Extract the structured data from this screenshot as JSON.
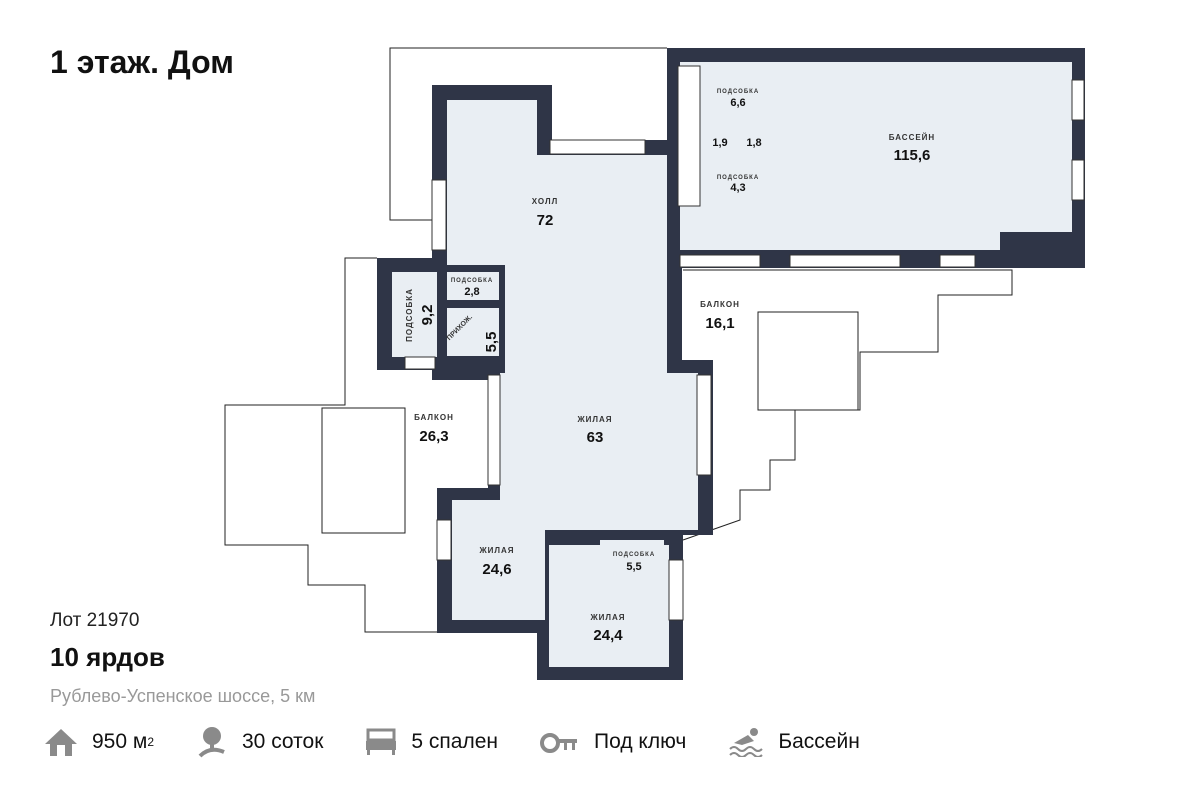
{
  "title": "1 этаж. Дом",
  "lot": "Лот 21970",
  "name": "10 ярдов",
  "address": "Рублево-Успенское шоссе, 5 км",
  "features": [
    {
      "icon": "house-icon",
      "value": "950 м",
      "sup": "2"
    },
    {
      "icon": "tree-icon",
      "value": "30 соток"
    },
    {
      "icon": "bed-icon",
      "value": "5 спален"
    },
    {
      "icon": "key-icon",
      "value": "Под ключ"
    },
    {
      "icon": "swimmer-icon",
      "value": "Бассейн"
    }
  ],
  "rooms": {
    "pool": {
      "label": "БАССЕЙН",
      "area": "115,6"
    },
    "hall": {
      "label": "ХОЛЛ",
      "area": "72"
    },
    "storage1": {
      "label": "ПОДСОБКА",
      "area": "6,6"
    },
    "small1": {
      "area": "1,9"
    },
    "small2": {
      "area": "1,8"
    },
    "storage2": {
      "label": "ПОДСОБКА",
      "area": "4,3"
    },
    "storage3": {
      "label": "ПОДСОБКА",
      "area": "9,2"
    },
    "storage4": {
      "label": "ПОДСОБКА",
      "area": "2,8"
    },
    "hallway": {
      "label": "ПРИХОЖ.",
      "area": "5,5"
    },
    "balcony1": {
      "label": "БАЛКОН",
      "area": "16,1"
    },
    "balcony2": {
      "label": "БАЛКОН",
      "area": "26,3"
    },
    "living1": {
      "label": "ЖИЛАЯ",
      "area": "63"
    },
    "living2": {
      "label": "ЖИЛАЯ",
      "area": "24,6"
    },
    "living3": {
      "label": "ЖИЛАЯ",
      "area": "24,4"
    },
    "storage5": {
      "label": "ПОДСОБКА",
      "area": "5,5"
    }
  },
  "colors": {
    "wall": "#2f3547",
    "room": "#e9eef3",
    "icon": "#8a8a8a"
  }
}
